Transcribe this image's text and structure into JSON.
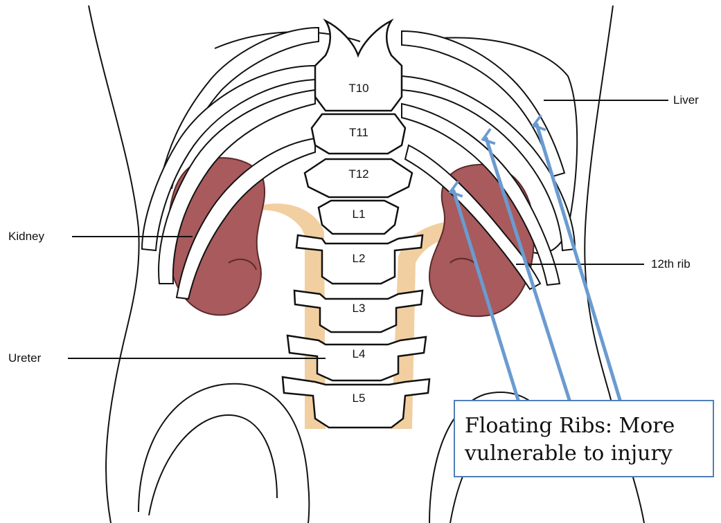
{
  "labels": {
    "liver": "Liver",
    "kidney": "Kidney",
    "rib12": "12th rib",
    "ureter": "Ureter"
  },
  "vertebrae": {
    "t10": "T10",
    "t11": "T11",
    "t12": "T12",
    "l1": "L1",
    "l2": "L2",
    "l3": "L3",
    "l4": "L4",
    "l5": "L5"
  },
  "callout": {
    "line1": "Floating Ribs: More",
    "line2": "vulnerable to injury"
  },
  "colors": {
    "kidney": "#a85a5c",
    "ureter": "#f2cfa0",
    "arrow": "#6a9bd0",
    "callout_border": "#4f7fb8",
    "bone": "#ffffff",
    "outline": "#111111"
  }
}
